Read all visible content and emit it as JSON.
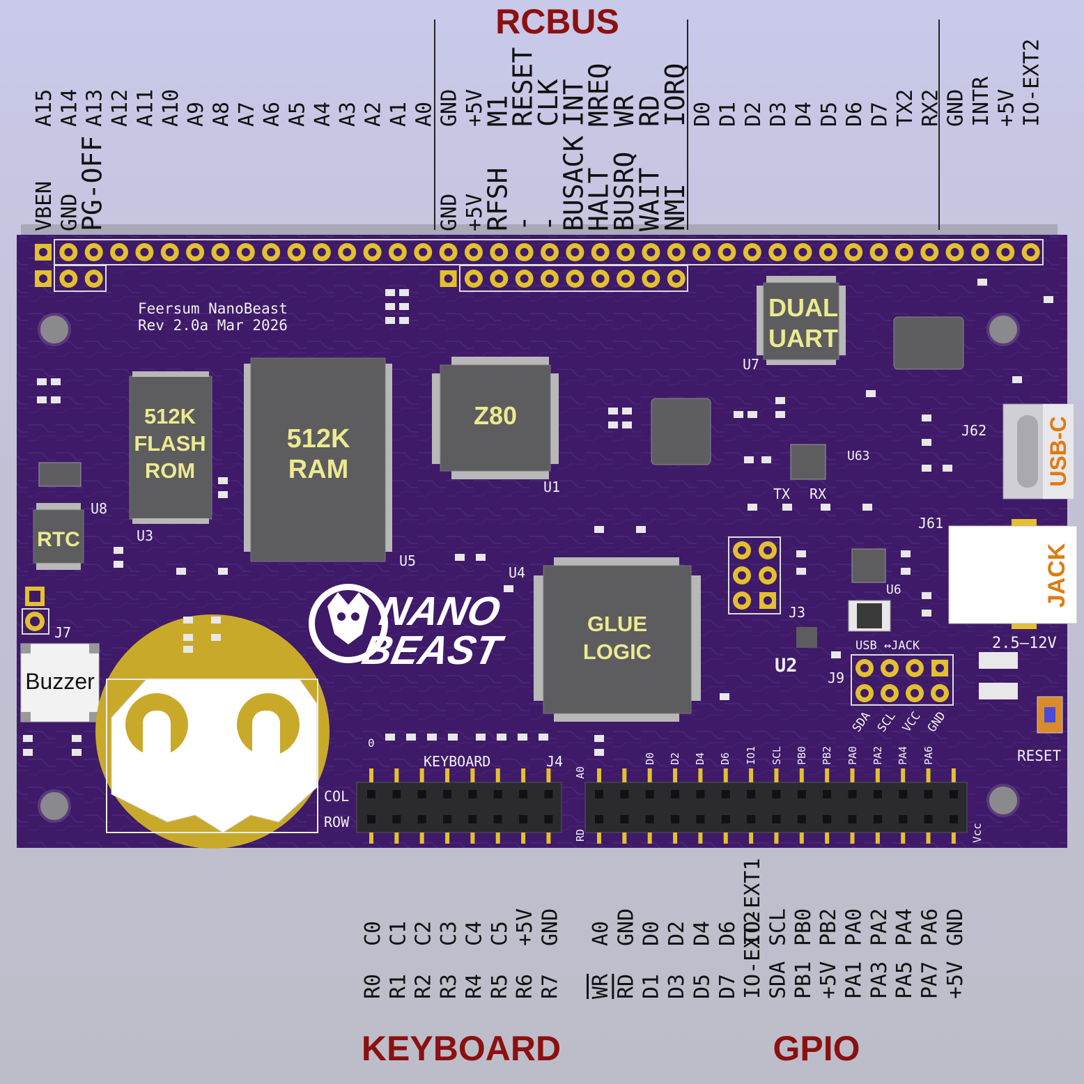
{
  "titles": {
    "rcbus": "RCBUS",
    "keyboard": "KEYBOARD",
    "gpio": "GPIO"
  },
  "rcbus_top_row": [
    "A15",
    "A14",
    "A13",
    "A12",
    "A11",
    "A10",
    "A9",
    "A8",
    "A7",
    "A6",
    "A5",
    "A4",
    "A3",
    "A2",
    "A1",
    "A0",
    "GND",
    "+5V",
    "M1",
    "RESET",
    "CLK",
    "INT",
    "MREQ",
    "WR",
    "RD",
    "IORQ",
    "D0",
    "D1",
    "D2",
    "D3",
    "D4",
    "D5",
    "D6",
    "D7",
    "TX2",
    "RX2",
    "GND",
    "INTR",
    "+5V",
    "IO-EXT2"
  ],
  "rcbus_bottom_row_left": [
    "VBEN",
    "GND",
    "PG-OFF"
  ],
  "rcbus_bottom_row_right": [
    "GND",
    "+5V",
    "RFSH",
    "-",
    "-",
    "BUSACK",
    "HALT",
    "BUSRQ",
    "WAIT",
    "NMI"
  ],
  "keyboard_top": [
    "C0",
    "C1",
    "C2",
    "C3",
    "C4",
    "C5",
    "+5V",
    "GND"
  ],
  "keyboard_bottom": [
    "R0",
    "R1",
    "R2",
    "R3",
    "R4",
    "R5",
    "R6",
    "R7"
  ],
  "gpio_top": [
    "A0",
    "GND",
    "D0",
    "D2",
    "D4",
    "D6",
    "IO-EXT1",
    "SCL",
    "PB0",
    "PB2",
    "PA0",
    "PA2",
    "PA4",
    "PA6",
    "GND"
  ],
  "gpio_bottom": [
    "WR",
    "RD",
    "D1",
    "D3",
    "D5",
    "D7",
    "IO-EXT2",
    "SDA",
    "PB1",
    "+5V",
    "PA1",
    "PA3",
    "PA5",
    "PA7",
    "+5V"
  ],
  "board_text": {
    "line1": "Feersum NanoBeast",
    "line2": "Rev 2.0a   Mar 2026"
  },
  "chips": {
    "flash": [
      "512K",
      "FLASH",
      "ROM"
    ],
    "ram": [
      "512K",
      "RAM"
    ],
    "cpu": "Z80",
    "uart": [
      "DUAL",
      "UART"
    ],
    "glue": [
      "GLUE",
      "LOGIC"
    ],
    "rtc": "RTC"
  },
  "logo": {
    "line1": "NANO",
    "line2": "BEAST"
  },
  "refs": {
    "u1": "U1",
    "u2": "U2",
    "u3": "U3",
    "u4": "U4",
    "u5": "U5",
    "u6": "U6",
    "u7": "U7",
    "u8": "U8",
    "u63": "U63",
    "j3": "J3",
    "j4": "J4",
    "j7": "J7",
    "j9": "J9",
    "j61": "J61",
    "j62": "J62"
  },
  "silk": {
    "keyboard": "KEYBOARD",
    "col": "COL",
    "row": "ROW",
    "tx": "TX",
    "rx": "RX",
    "usb_jack": "USB ↔JACK",
    "voltage": "2.5–12V",
    "reset": "RESET",
    "vcc": "Vcc",
    "rd": "RD",
    "a0": "A0",
    "zero": "0",
    "hdr_d0": "D0",
    "hdr_d2": "D2",
    "hdr_d4": "D4",
    "hdr_d6": "D6",
    "hdr_io": "IO1",
    "hdr_scl": "SCL",
    "hdr_pb0": "PB0",
    "hdr_pb2": "PB2",
    "hdr_pa0": "PA0",
    "hdr_pa2": "PA2",
    "hdr_pa4": "PA4",
    "hdr_pa6": "PA6",
    "sda": "SDA",
    "scl": "SCL",
    "vcc2": "VCC",
    "gnd": "GND"
  },
  "parts": {
    "buzzer": "Buzzer",
    "usb_c": "USB-C",
    "jack": "JACK"
  },
  "colors": {
    "board": "#3e1a68",
    "pad": "#e3c02f",
    "chip": "#5d5d60",
    "title": "#8b1010",
    "chip_text": "#ecea8f",
    "usb_label": "#e07a10"
  }
}
